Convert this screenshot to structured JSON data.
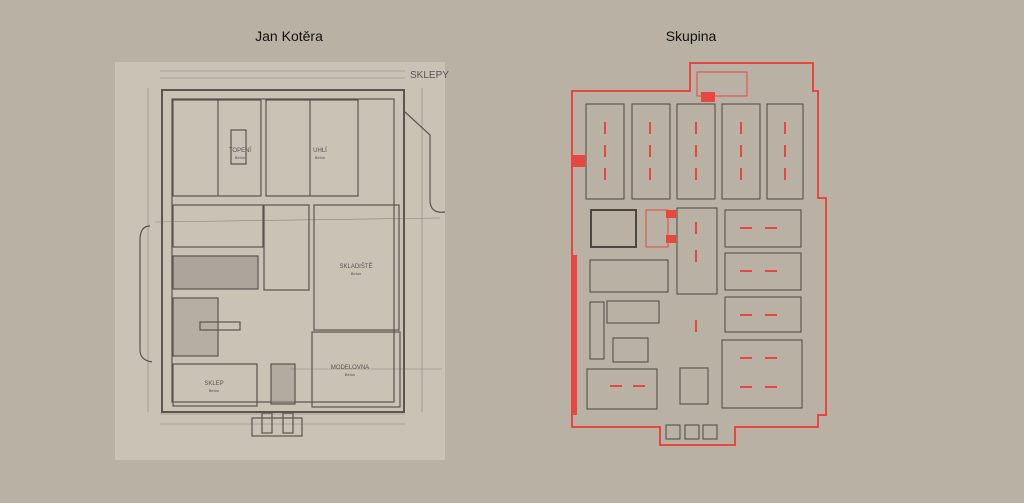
{
  "titles": {
    "left": "Jan Kotěra",
    "right": "Skupina"
  },
  "left_plan": {
    "heading": "SKLEPY",
    "rooms": [
      {
        "name": "TOPENÍ",
        "material": "Beton"
      },
      {
        "name": "UHLÍ",
        "material": "Beton"
      },
      {
        "name": "SKLADIŠTĚ",
        "material": "Beton"
      },
      {
        "name": "SKLEP",
        "material": "Beton"
      },
      {
        "name": "MODELOVNA",
        "material": "Beton"
      }
    ]
  },
  "colors": {
    "background": "#b9b1a3",
    "paper": "#c9c3b6",
    "ink": "#5a5550",
    "highlight": "#e8473f"
  }
}
